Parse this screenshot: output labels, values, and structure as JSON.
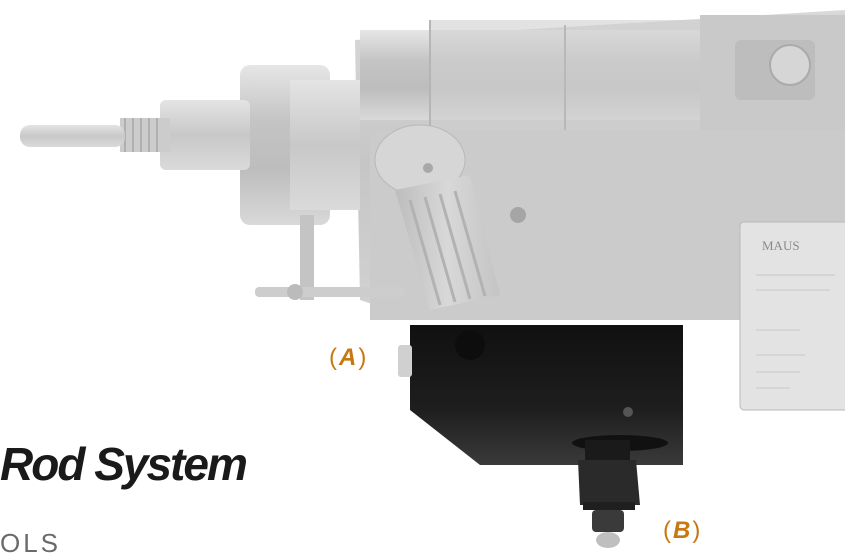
{
  "heading": "Rod System",
  "subheading": "OLS",
  "callouts": {
    "a": {
      "open": "(",
      "letter": "A",
      "close": ")"
    },
    "b": {
      "open": "(",
      "letter": "B",
      "close": ")"
    }
  },
  "nameplate_text": "MAUS",
  "colors": {
    "callout": "#c77812",
    "heading": "#1a1a1a",
    "faded_body": "#cdcdcd",
    "dark_block": "#1c1c1c"
  }
}
